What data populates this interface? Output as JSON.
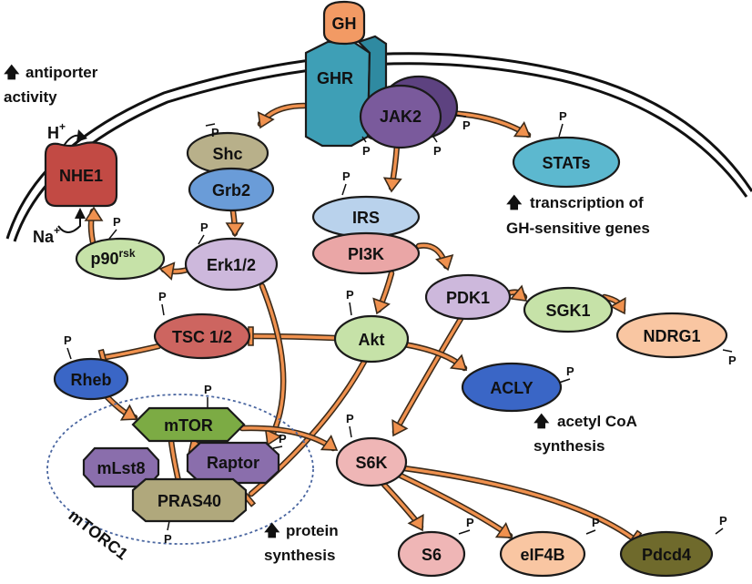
{
  "colors": {
    "arrow_fill": "#f0914e",
    "arrow_outline": "#3a2a1a",
    "gh": "#f29a64",
    "ghr": "#3e9fb6",
    "jak2": "#7a5a9c",
    "shc": "#b8b08a",
    "grb2": "#6a9cd8",
    "nhe1": "#c24a44",
    "p90rsk": "#c6e2a8",
    "erk": "#cdb8dc",
    "irs": "#b9d2ec",
    "pi3k": "#eaa6a6",
    "stats": "#5cb8cf",
    "pdk1": "#cdb8dc",
    "sgk1": "#c6e2a8",
    "ndrg1": "#f9c6a2",
    "tsc": "#cd6560",
    "akt": "#c6e2a8",
    "rheb": "#3a66c6",
    "acly": "#3a66c6",
    "mtor": "#7cab44",
    "mlst8": "#8a6eac",
    "raptor": "#8a6eac",
    "pras40": "#b0a87c",
    "s6k": "#efb6b6",
    "s6": "#efb6b6",
    "eif4b": "#f9c6a2",
    "pdcd4": "#6f6a2c"
  },
  "nodes": {
    "gh": "GH",
    "ghr": "GHR",
    "jak2": "JAK2",
    "shc": "Shc",
    "grb2": "Grb2",
    "nhe1": "NHE1",
    "p90rsk_base": "p90",
    "p90rsk_sup": "rsk",
    "erk": "Erk1/2",
    "irs": "IRS",
    "pi3k": "PI3K",
    "stats": "STATs",
    "pdk1": "PDK1",
    "sgk1": "SGK1",
    "ndrg1": "NDRG1",
    "tsc": "TSC 1/2",
    "akt": "Akt",
    "rheb": "Rheb",
    "acly": "ACLY",
    "mtor": "mTOR",
    "mlst8": "mLst8",
    "raptor": "Raptor",
    "pras40": "PRAS40",
    "s6k": "S6K",
    "s6": "S6",
    "eif4b": "eIF4B",
    "pdcd4": "Pdcd4",
    "mtorc1": "mTORC1"
  },
  "ions": {
    "h_base": "H",
    "h_sup": "+",
    "na_base": "Na",
    "na_sup": "+"
  },
  "phospho_mark": "P",
  "notes": {
    "up_arrow": "🡅",
    "antiporter_line1": "antiporter",
    "antiporter_line2": "activity",
    "transcription_line1": "transcription of",
    "transcription_line2": "GH-sensitive genes",
    "acetyl_line1": "acetyl CoA",
    "acetyl_line2": "synthesis",
    "protein_line1": "protein",
    "protein_line2": "synthesis"
  }
}
